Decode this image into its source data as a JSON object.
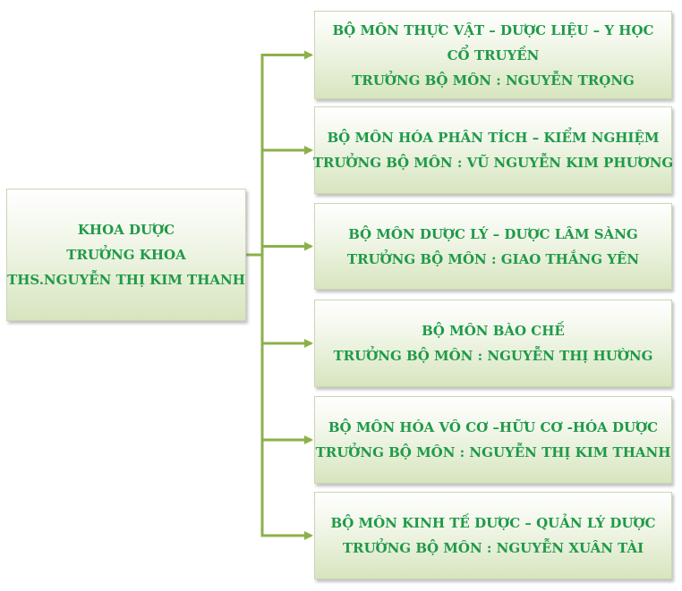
{
  "root": {
    "lines": [
      "KHOA DƯỢC",
      "TRƯỞNG KHOA",
      "THS.NGUYỄN THỊ KIM THANH"
    ]
  },
  "departments": [
    {
      "lines": [
        "BỘ MÔN THỰC VẬT – DƯỢC LIỆU – Y HỌC",
        "CỔ TRUYỀN",
        "TRƯỞNG BỘ MÔN  : NGUYỄN TRỌNG"
      ]
    },
    {
      "lines": [
        "BỘ MÔN HÓA PHÂN TÍCH – KIỂM NGHIỆM",
        "TRƯỞNG BỘ MÔN  : VŨ NGUYỄN KIM PHƯƠNG"
      ]
    },
    {
      "lines": [
        "BỘ MÔN DƯỢC LÝ – DƯỢC LÂM SÀNG",
        "TRƯỞNG BỘ MÔN  : GIAO THẮNG YÊN"
      ]
    },
    {
      "lines": [
        "BỘ MÔN BÀO CHẾ",
        "TRƯỞNG BỘ MÔN  : NGUYỄN THỊ HƯỜNG"
      ]
    },
    {
      "lines": [
        "BỘ MÔN HÓA VÔ CƠ –HỮU CƠ -HÓA DƯỢC",
        "TRƯỞNG BỘ MÔN  : NGUYỄN THỊ KIM THANH"
      ]
    },
    {
      "lines": [
        "BỘ MÔN KINH TẾ DƯỢC – QUẢN LÝ DƯỢC",
        "TRƯỞNG BỘ MÔN  : NGUYỄN XUÂN TÀI"
      ]
    }
  ],
  "colors": {
    "text": "#1f9a48",
    "connector": "#8cb04a"
  }
}
